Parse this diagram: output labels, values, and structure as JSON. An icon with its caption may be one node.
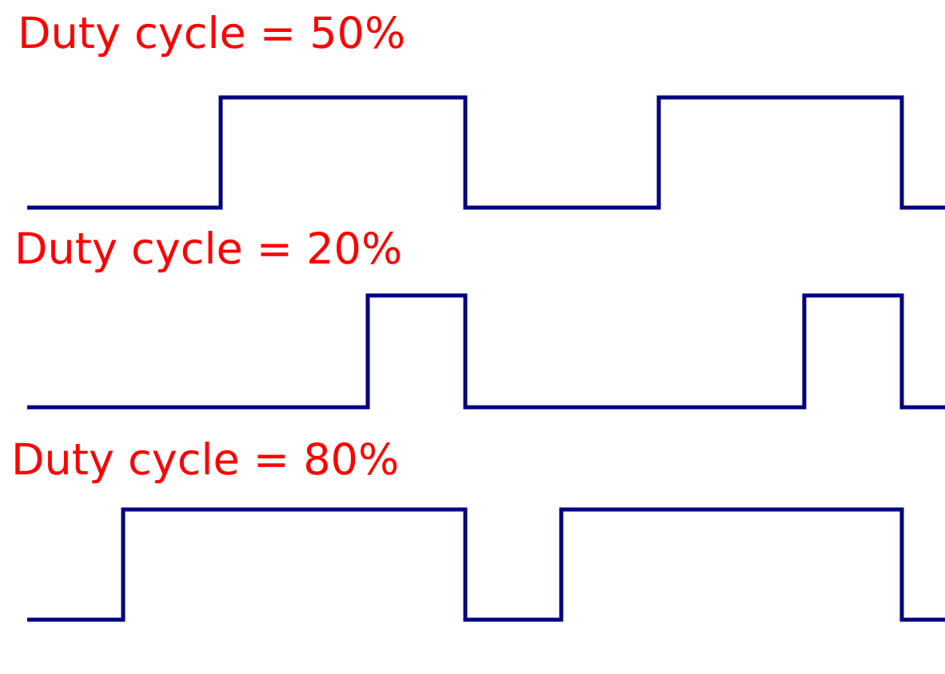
{
  "diagram": {
    "labels": [
      "Duty cycle = 50%",
      "Duty cycle = 20%",
      "Duty cycle = 80%"
    ]
  }
}
